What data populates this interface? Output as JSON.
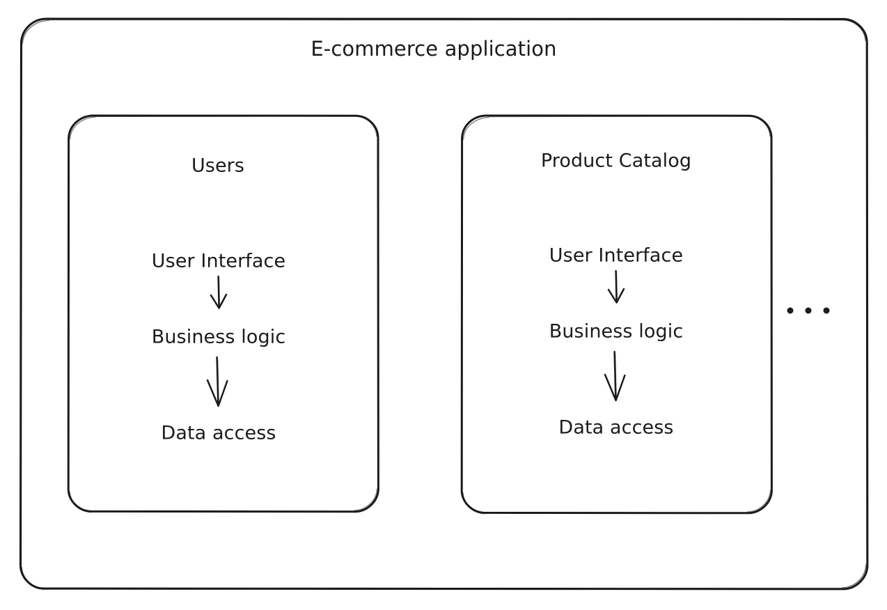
{
  "diagram": {
    "title": "E-commerce application",
    "background_color": "#ffffff",
    "stroke_color": "#1b1b1f",
    "style": "hand-drawn",
    "modules": [
      {
        "name": "Users",
        "layers": [
          {
            "label": "User Interface"
          },
          {
            "label": "Business logic"
          },
          {
            "label": "Data access"
          }
        ],
        "connectors": [
          "arrow-down",
          "arrow-down"
        ]
      },
      {
        "name": "Product Catalog",
        "layers": [
          {
            "label": "User Interface"
          },
          {
            "label": "Business logic"
          },
          {
            "label": "Data access"
          }
        ],
        "connectors": [
          "arrow-down",
          "arrow-down"
        ]
      }
    ],
    "more_indicator": "..."
  }
}
